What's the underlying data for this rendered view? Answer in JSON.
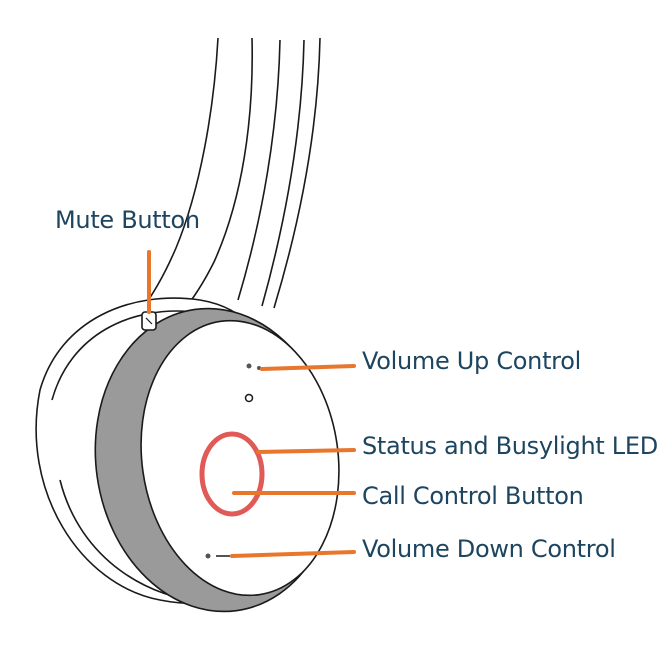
{
  "colors": {
    "label_text": "#1e4560",
    "leader_line": "#e8762d",
    "call_button_ring": "#e05a57",
    "outline": "#1a1a1a",
    "cushion_band": "#9a9a9a"
  },
  "labels": {
    "mute_button": "Mute Button",
    "volume_up": "Volume Up Control",
    "status_led": "Status and Busylight LED",
    "call_control": "Call Control Button",
    "volume_down": "Volume Down Control"
  }
}
